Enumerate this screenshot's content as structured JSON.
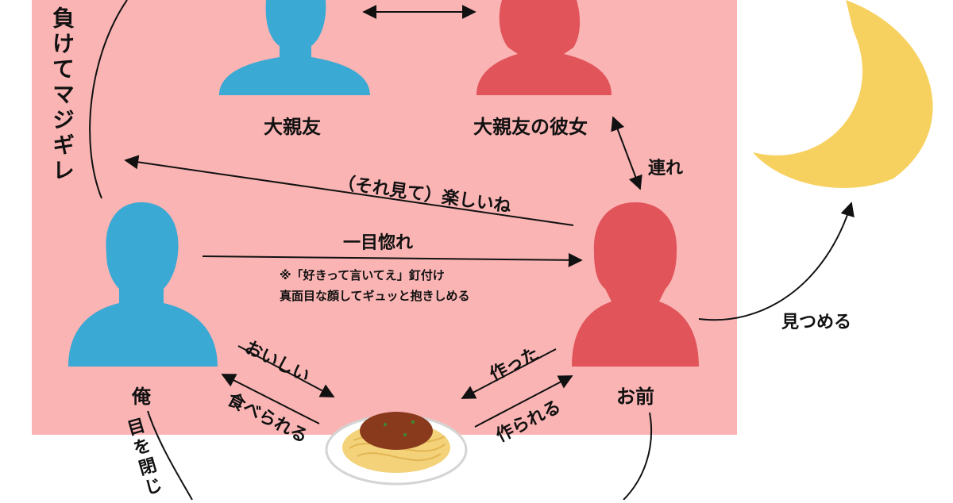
{
  "nodes": {
    "best_friend": "大親友",
    "best_friend_gf": "大親友の彼女",
    "me": "俺",
    "you": "お前"
  },
  "edges": {
    "lose_rage": "負けてマジギレ",
    "with": "連れ",
    "fun": "（それ見て）楽しいね",
    "love_at_first_sight": "一目惚れ",
    "note_line1": "※「好きって言いてえ」釘付け",
    "note_line2": "真面目な顔してギュッと抱きしめる",
    "tasty": "おいしい",
    "can_eat": "食べられる",
    "made": "作った",
    "can_make": "作られる",
    "stare": "見つめる",
    "close_eyes": "目を閉じ"
  },
  "colors": {
    "panel": "#fbb4b4",
    "male": "#3aa9d4",
    "female": "#e0545a",
    "moon": "#f7d160",
    "plate": "#ffffff",
    "pasta": "#f3d27a",
    "sauce": "#8a3a1c"
  }
}
